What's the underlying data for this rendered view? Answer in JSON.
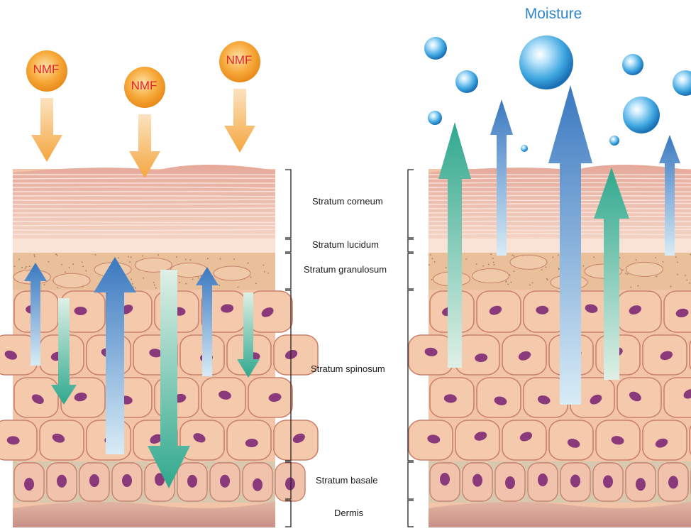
{
  "title": "Moisture",
  "nmf_label": "NMF",
  "layers": [
    {
      "name": "Stratum corneum"
    },
    {
      "name": "Stratum lucidum"
    },
    {
      "name": "Stratum granulosum"
    },
    {
      "name": "Stratum spinosum"
    },
    {
      "name": "Stratum basale"
    },
    {
      "name": "Dermis"
    }
  ],
  "colors": {
    "nmf_orb": "#f7a93a",
    "nmf_text": "#e0262e",
    "nmf_arrow": "#f5b24e",
    "moisture_text": "#2f86c8",
    "blue_arrow": "#3a78c0",
    "teal_arrow": "#2fa88d",
    "corneum": "#e8b3a3",
    "cell": "#f2c4a8",
    "cell_border": "#c9806c",
    "nucleus": "#8a3a7a",
    "basale_dots": "#9c8c70",
    "dermis": "#d9aaa0"
  }
}
